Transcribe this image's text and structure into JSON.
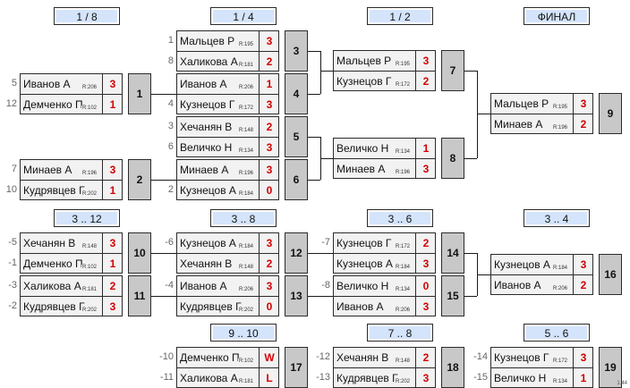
{
  "headers": [
    "1 / 8",
    "1 / 4",
    "1 / 2",
    "ФИНАЛ",
    "3 .. 12",
    "3 .. 8",
    "3 .. 6",
    "3 .. 4",
    "9 .. 10",
    "7 .. 8",
    "5 .. 6"
  ],
  "footer": "1.44",
  "matches": [
    {
      "id": "1",
      "players": [
        {
          "seed": "5",
          "name": "Иванов А",
          "rating": "R:206",
          "score": "3"
        },
        {
          "seed": "12",
          "name": "Демченко П",
          "rating": "R:102",
          "score": "1"
        }
      ]
    },
    {
      "id": "2",
      "players": [
        {
          "seed": "7",
          "name": "Минаев А",
          "rating": "R:196",
          "score": "3"
        },
        {
          "seed": "10",
          "name": "Кудрявцев Г",
          "rating": "R:202",
          "score": "1"
        }
      ]
    },
    {
      "id": "3",
      "players": [
        {
          "seed": "1",
          "name": "Мальцев Р",
          "rating": "R:195",
          "score": "3"
        },
        {
          "seed": "8",
          "name": "Халикова А",
          "rating": "R:181",
          "score": "2"
        }
      ]
    },
    {
      "id": "4",
      "players": [
        {
          "seed": "",
          "name": "Иванов А",
          "rating": "R:206",
          "score": "1"
        },
        {
          "seed": "4",
          "name": "Кузнецов Г",
          "rating": "R:172",
          "score": "3"
        }
      ]
    },
    {
      "id": "5",
      "players": [
        {
          "seed": "3",
          "name": "Хечанян В",
          "rating": "R:148",
          "score": "2"
        },
        {
          "seed": "6",
          "name": "Величко Н",
          "rating": "R:134",
          "score": "3"
        }
      ]
    },
    {
      "id": "6",
      "players": [
        {
          "seed": "",
          "name": "Минаев А",
          "rating": "R:196",
          "score": "3"
        },
        {
          "seed": "2",
          "name": "Кузнецов А",
          "rating": "R:184",
          "score": "0"
        }
      ]
    },
    {
      "id": "7",
      "players": [
        {
          "seed": "",
          "name": "Мальцев Р",
          "rating": "R:195",
          "score": "3"
        },
        {
          "seed": "",
          "name": "Кузнецов Г",
          "rating": "R:172",
          "score": "2"
        }
      ]
    },
    {
      "id": "8",
      "players": [
        {
          "seed": "",
          "name": "Величко Н",
          "rating": "R:134",
          "score": "1"
        },
        {
          "seed": "",
          "name": "Минаев А",
          "rating": "R:196",
          "score": "3"
        }
      ]
    },
    {
      "id": "9",
      "players": [
        {
          "seed": "",
          "name": "Мальцев Р",
          "rating": "R:195",
          "score": "3"
        },
        {
          "seed": "",
          "name": "Минаев А",
          "rating": "R:196",
          "score": "2"
        }
      ]
    },
    {
      "id": "10",
      "players": [
        {
          "seed": "-5",
          "name": "Хечанян В",
          "rating": "R:148",
          "score": "3"
        },
        {
          "seed": "-1",
          "name": "Демченко П",
          "rating": "R:102",
          "score": "1"
        }
      ]
    },
    {
      "id": "11",
      "players": [
        {
          "seed": "-3",
          "name": "Халикова А",
          "rating": "R:181",
          "score": "2"
        },
        {
          "seed": "-2",
          "name": "Кудрявцев Г",
          "rating": "R:202",
          "score": "3"
        }
      ]
    },
    {
      "id": "12",
      "players": [
        {
          "seed": "-6",
          "name": "Кузнецов А",
          "rating": "R:184",
          "score": "3"
        },
        {
          "seed": "",
          "name": "Хечанян В",
          "rating": "R:148",
          "score": "2"
        }
      ]
    },
    {
      "id": "13",
      "players": [
        {
          "seed": "-4",
          "name": "Иванов А",
          "rating": "R:206",
          "score": "3"
        },
        {
          "seed": "",
          "name": "Кудрявцев Г",
          "rating": "R:202",
          "score": "0"
        }
      ]
    },
    {
      "id": "14",
      "players": [
        {
          "seed": "-7",
          "name": "Кузнецов Г",
          "rating": "R:172",
          "score": "2"
        },
        {
          "seed": "",
          "name": "Кузнецов А",
          "rating": "R:184",
          "score": "3"
        }
      ]
    },
    {
      "id": "15",
      "players": [
        {
          "seed": "-8",
          "name": "Величко Н",
          "rating": "R:134",
          "score": "0"
        },
        {
          "seed": "",
          "name": "Иванов А",
          "rating": "R:206",
          "score": "3"
        }
      ]
    },
    {
      "id": "16",
      "players": [
        {
          "seed": "",
          "name": "Кузнецов А",
          "rating": "R:184",
          "score": "3"
        },
        {
          "seed": "",
          "name": "Иванов А",
          "rating": "R:206",
          "score": "2"
        }
      ]
    },
    {
      "id": "17",
      "players": [
        {
          "seed": "-10",
          "name": "Демченко П",
          "rating": "R:102",
          "score": "W"
        },
        {
          "seed": "-11",
          "name": "Халикова А",
          "rating": "R:181",
          "score": "L"
        }
      ]
    },
    {
      "id": "18",
      "players": [
        {
          "seed": "-12",
          "name": "Хечанян В",
          "rating": "R:148",
          "score": "2"
        },
        {
          "seed": "-13",
          "name": "Кудрявцев Г",
          "rating": "R:202",
          "score": "3"
        }
      ]
    },
    {
      "id": "19",
      "players": [
        {
          "seed": "-14",
          "name": "Кузнецов Г",
          "rating": "R:172",
          "score": "3"
        },
        {
          "seed": "-15",
          "name": "Величко Н",
          "rating": "R:134",
          "score": "1"
        }
      ]
    }
  ]
}
